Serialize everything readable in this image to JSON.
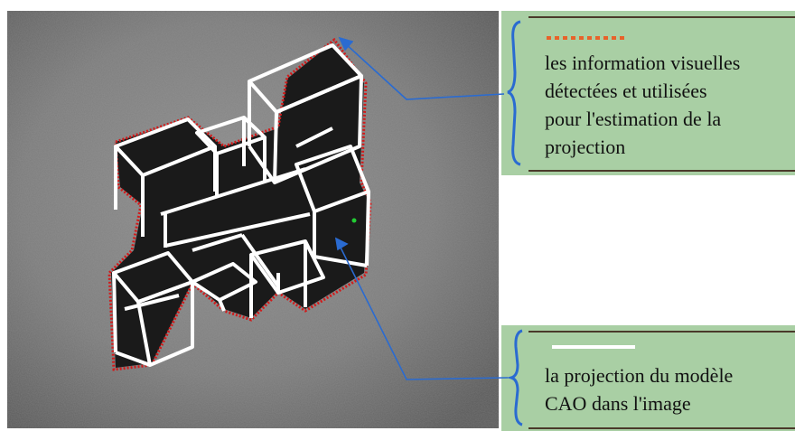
{
  "legend": {
    "detected": {
      "text": "les information visuelles\ndétectées et utilisées\npour l'estimation de la\nprojection",
      "marker": "red-dotted-line",
      "marker_color": "#e8622a"
    },
    "projection": {
      "text": "la projection du modèle\nCAO dans l'image",
      "marker": "white-solid-line",
      "marker_color": "#ffffff"
    }
  },
  "colors": {
    "panel_bg": "#a9cfa4",
    "brace": "#2a6bd1",
    "arrow": "#2a6bd1",
    "wireframe": "#ffffff",
    "edges": "#d11a1a"
  }
}
